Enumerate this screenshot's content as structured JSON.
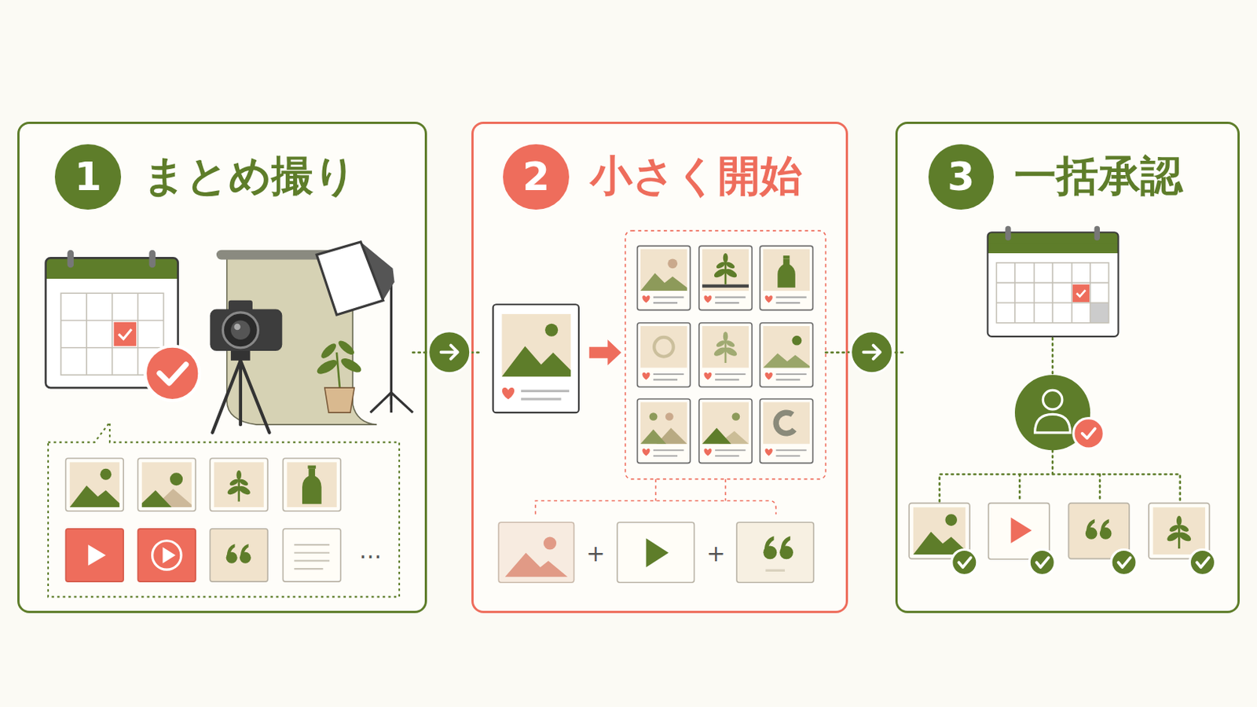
{
  "diagram": {
    "nodes": [
      {
        "text": [
          "1",
          "まとめ撮り"
        ]
      },
      {
        "text": [
          "2",
          "小さく開始"
        ]
      },
      {
        "text": [
          "3",
          "一括承認"
        ]
      }
    ],
    "edges": [
      {
        "from": 0,
        "to": 1,
        "arrow": "to"
      },
      {
        "from": 1,
        "to": 2,
        "arrow": "to"
      }
    ],
    "labels": [
      "…",
      "+",
      "+"
    ]
  }
}
